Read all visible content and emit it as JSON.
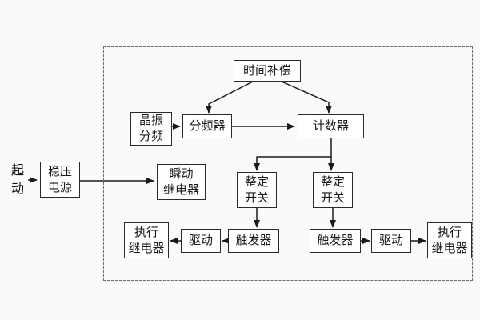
{
  "colors": {
    "background": "#fafaf9",
    "box_fill": "#ffffff",
    "box_border": "#2a2a2a",
    "line": "#1a1a1a",
    "dashed_border": "#6b6b6b"
  },
  "diagram": {
    "start_label": "起\n动",
    "nodes": {
      "time_compensation": "时间补偿",
      "crystal_divider": "晶振\n分频",
      "frequency_divider": "分频器",
      "counter": "计数器",
      "power_supply": "稳压\n电源",
      "instant_relay": "瞬动\n继电器",
      "setting_switch_left": "整定\n开关",
      "setting_switch_right": "整定\n开关",
      "trigger_left": "触发器",
      "trigger_right": "触发器",
      "drive_left": "驱动",
      "drive_right": "驱动",
      "exec_relay_left": "执行\n继电器",
      "exec_relay_right": "执行\n继电器"
    },
    "edges": [
      {
        "from": "start",
        "to": "power_supply"
      },
      {
        "from": "power_supply",
        "to": "instant_relay"
      },
      {
        "from": "crystal_divider",
        "to": "frequency_divider"
      },
      {
        "from": "time_compensation",
        "to": "frequency_divider"
      },
      {
        "from": "time_compensation",
        "to": "counter"
      },
      {
        "from": "frequency_divider",
        "to": "counter"
      },
      {
        "from": "counter",
        "to": "setting_switch_left"
      },
      {
        "from": "counter",
        "to": "setting_switch_right"
      },
      {
        "from": "setting_switch_left",
        "to": "trigger_left"
      },
      {
        "from": "setting_switch_right",
        "to": "trigger_right"
      },
      {
        "from": "trigger_left",
        "to": "drive_left"
      },
      {
        "from": "drive_left",
        "to": "exec_relay_left"
      },
      {
        "from": "trigger_right",
        "to": "drive_right"
      },
      {
        "from": "drive_right",
        "to": "exec_relay_right"
      }
    ]
  }
}
